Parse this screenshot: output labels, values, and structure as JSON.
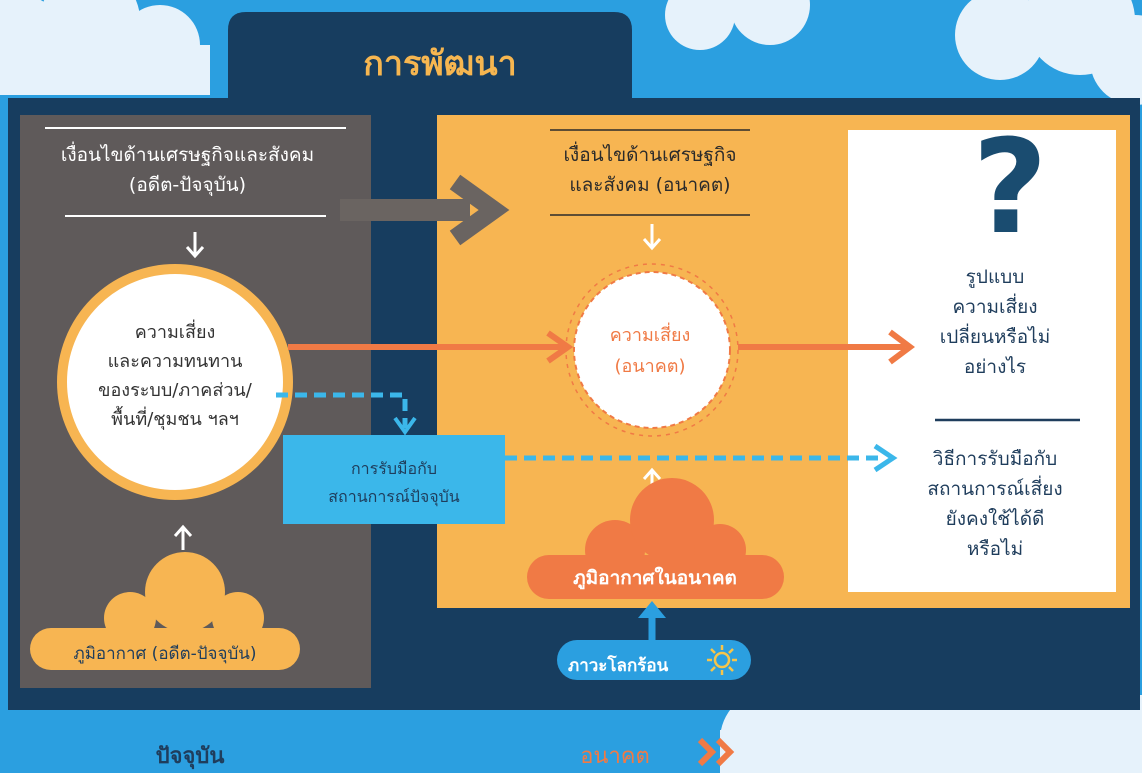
{
  "title": "การพัฒนา",
  "past_conditions": {
    "line1": "เงื่อนไขด้านเศรษฐกิจและสังคม",
    "line2": "(อดีต-ปัจจุบัน)"
  },
  "future_conditions": {
    "line1": "เงื่อนไขด้านเศรษฐกิจ",
    "line2": "และสังคม (อนาคต)"
  },
  "risk_present": {
    "line1": "ความเสี่ยง",
    "line2": "และความทนทาน",
    "line3": "ของระบบ/ภาคส่วน/",
    "line4": "พื้นที่/ชุมชน ฯลฯ"
  },
  "risk_future": {
    "line1": "ความเสี่ยง",
    "line2": "(อนาคต)"
  },
  "coping_present": {
    "line1": "การรับมือกับ",
    "line2": "สถานการณ์ปัจจุบัน"
  },
  "question_mark": "?",
  "pattern_question": {
    "line1": "รูปแบบ",
    "line2": "ความเสี่ยง",
    "line3": "เปลี่ยนหรือไม่",
    "line4": "อย่างไร"
  },
  "method_question": {
    "line1": "วิธีการรับมือกับ",
    "line2": "สถานการณ์เสี่ยง",
    "line3": "ยังคงใช้ได้ดี",
    "line4": "หรือไม่"
  },
  "climate_future": "ภูมิอากาศในอนาคต",
  "climate_past": "ภูมิอากาศ (อดีต-ปัจจุบัน)",
  "global_warming": "ภาวะโลกร้อน",
  "present_label": "ปัจจุบัน",
  "future_label": "อนาคต",
  "colors": {
    "sky": "#2b9fe0",
    "navy": "#173d5f",
    "present_panel": "#5f5a5a",
    "future_panel": "#f7b552",
    "risk_arrow": "#f07a45",
    "coping_box": "#3bb7ea"
  },
  "icons": [
    "sun-icon",
    "double-chevron-right-icon"
  ]
}
